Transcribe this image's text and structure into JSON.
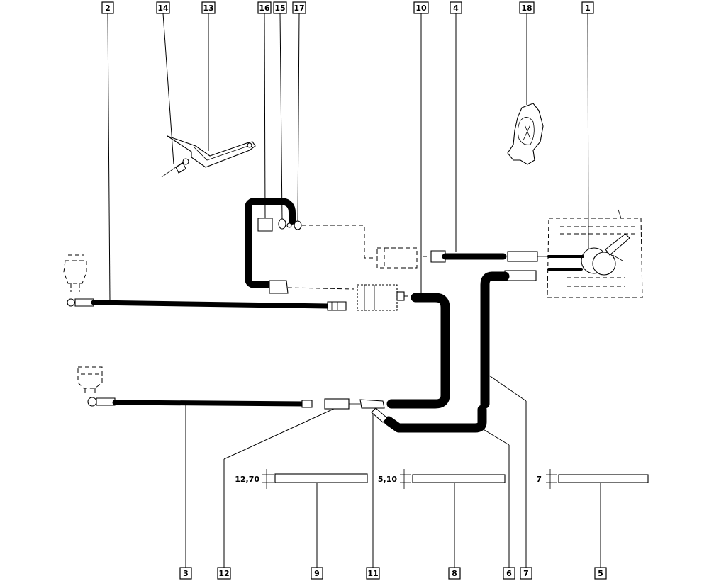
{
  "callouts": {
    "c1": "1",
    "c2": "2",
    "c3": "3",
    "c4": "4",
    "c5": "5",
    "c6": "6",
    "c7": "7",
    "c8": "8",
    "c9": "9",
    "c10": "10",
    "c11": "11",
    "c12": "12",
    "c13": "13",
    "c14": "14",
    "c15": "15",
    "c16": "16",
    "c17": "17",
    "c18": "18"
  },
  "dimensions": {
    "d9": "12,70",
    "d8": "5,10",
    "d5": "7"
  }
}
